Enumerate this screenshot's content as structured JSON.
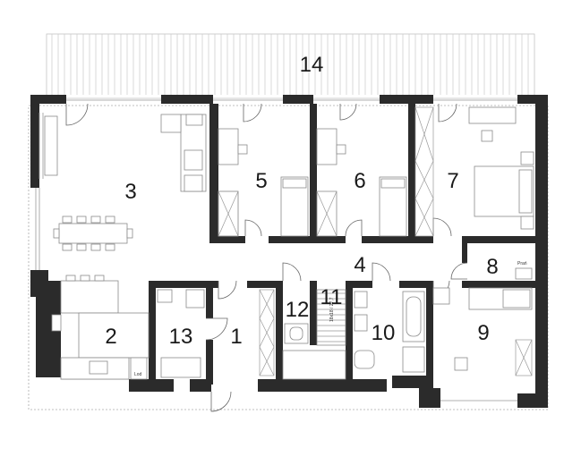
{
  "plan": {
    "rooms": [
      {
        "id": "r1",
        "label": "1"
      },
      {
        "id": "r2",
        "label": "2"
      },
      {
        "id": "r3",
        "label": "3"
      },
      {
        "id": "r4",
        "label": "4"
      },
      {
        "id": "r5",
        "label": "5"
      },
      {
        "id": "r6",
        "label": "6"
      },
      {
        "id": "r7",
        "label": "7"
      },
      {
        "id": "r8",
        "label": "8"
      },
      {
        "id": "r9",
        "label": "9"
      },
      {
        "id": "r10",
        "label": "10"
      },
      {
        "id": "r11",
        "label": "11"
      },
      {
        "id": "r12",
        "label": "12"
      },
      {
        "id": "r13",
        "label": "13"
      },
      {
        "id": "r14",
        "label": "14"
      }
    ],
    "annotations": {
      "pral": "Prań",
      "lod": "Lod",
      "stairs": "18x18 / 27,7"
    }
  }
}
